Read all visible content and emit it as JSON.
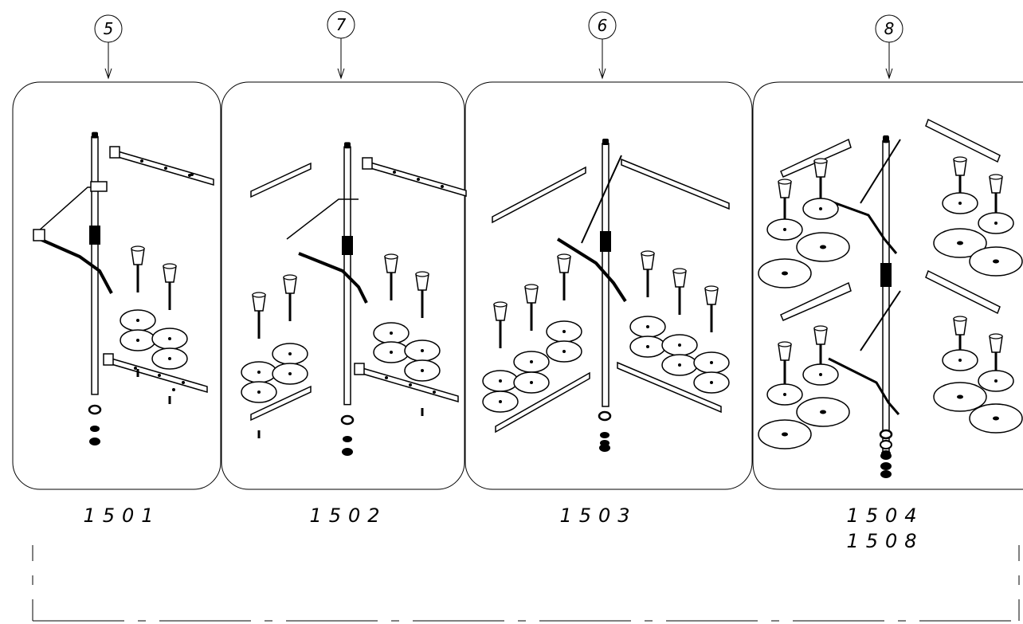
{
  "callouts": [
    "5",
    "7",
    "6",
    "8"
  ],
  "models": {
    "panel_1": "1501",
    "panel_2": "1502",
    "panel_3": "1503",
    "panel_4_line_1": "1504",
    "panel_4_line_2": "1508"
  }
}
